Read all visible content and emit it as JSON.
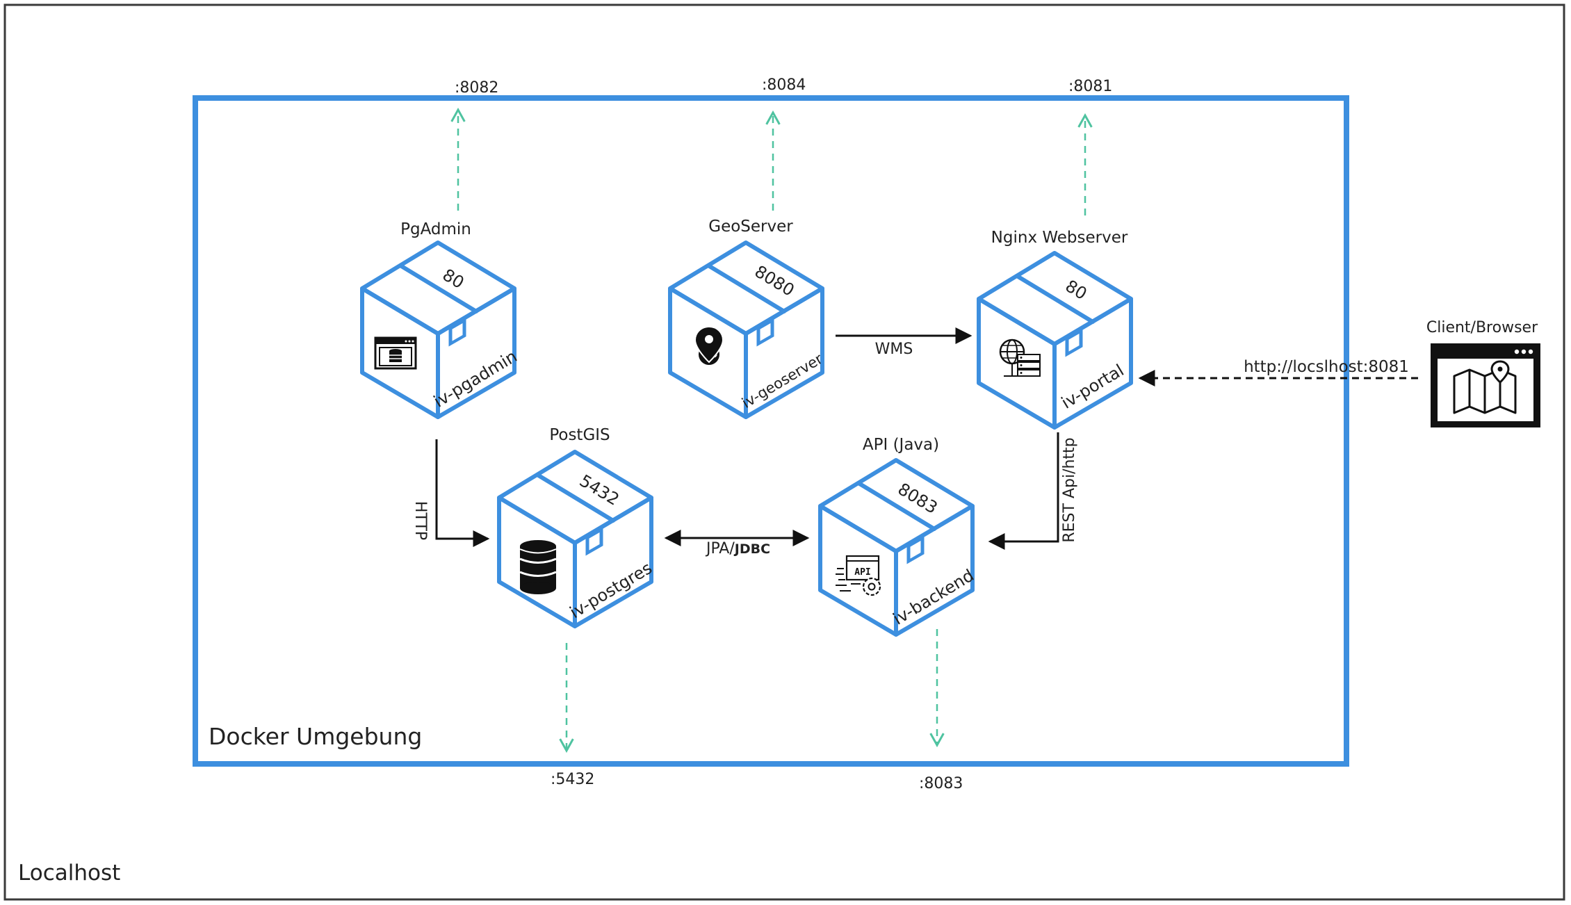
{
  "frame": {
    "label": "Localhost"
  },
  "docker": {
    "label": "Docker Umgebung"
  },
  "colors": {
    "box_blue": "#3d8fdf",
    "port_arrow": "#4fc3a0",
    "line": "#111111"
  },
  "containers": [
    {
      "id": "pgadmin",
      "title": "PgAdmin",
      "port": "80",
      "name": "iv-pgadmin",
      "icon": "admin-window-icon",
      "host_port": ":8082"
    },
    {
      "id": "geoserver",
      "title": "GeoServer",
      "port": "8080",
      "name": "iv-geoserver",
      "icon": "map-pin-globe-icon",
      "host_port": ":8084"
    },
    {
      "id": "nginx",
      "title": "Nginx Webserver",
      "port": "80",
      "name": "iv-portal",
      "icon": "web-server-icon",
      "host_port": ":8081"
    },
    {
      "id": "postgis",
      "title": "PostGIS",
      "port": "5432",
      "name": "iv-postgres",
      "icon": "database-icon",
      "host_port": ":5432"
    },
    {
      "id": "api",
      "title": "API (Java)",
      "port": "8083",
      "name": "iv-backend",
      "icon": "api-gear-icon",
      "host_port": ":8083"
    }
  ],
  "connections": {
    "http": "HTTP",
    "wms": "WMS",
    "jpa": "JPA/",
    "jdbc": "JDBC",
    "rest": "REST Api/http",
    "client_url": "http://locslhost:8081"
  },
  "client": {
    "title": "Client/Browser",
    "icon": "browser-map-icon"
  }
}
